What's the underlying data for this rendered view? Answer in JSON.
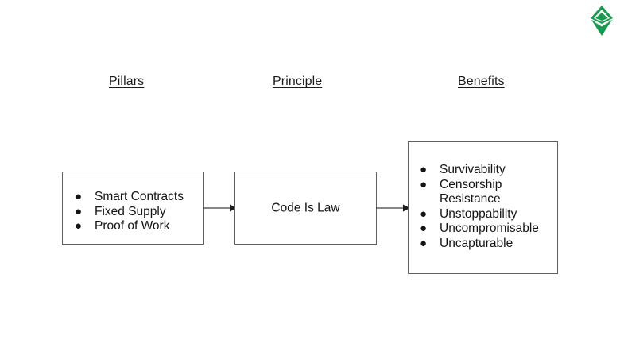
{
  "logo": {
    "name": "ethereum-classic-logo",
    "color": "#189a4e"
  },
  "headers": [
    {
      "id": "pillars",
      "label": "Pillars"
    },
    {
      "id": "principle",
      "label": "Principle"
    },
    {
      "id": "benefits",
      "label": "Benefits"
    }
  ],
  "boxes": {
    "pillars": {
      "items": [
        "Smart Contracts",
        "Fixed Supply",
        "Proof of Work"
      ]
    },
    "principle": {
      "text": "Code Is Law"
    },
    "benefits": {
      "items": [
        "Survivability",
        "Censorship\nResistance",
        "Unstoppability",
        "Uncompromisable",
        "Uncapturable"
      ]
    }
  },
  "arrows": [
    {
      "id": "pillars-to-principle",
      "glyph": "arrow-right"
    },
    {
      "id": "principle-to-benefits",
      "glyph": "arrow-right"
    }
  ],
  "colors": {
    "box_border": "#5f5f5f",
    "text": "#141414",
    "background": "#ffffff",
    "arrow": "#3d3d3d"
  },
  "bullet_glyph": "●"
}
